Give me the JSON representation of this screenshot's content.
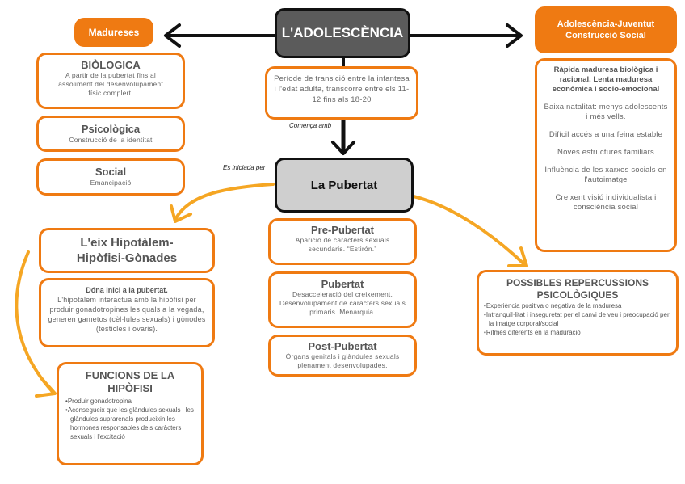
{
  "colors": {
    "accent": "#ef7a12",
    "connector": "#f5a623",
    "dark": "#5b5b5b",
    "light_grey": "#cfcfcf",
    "arrow": "#111111"
  },
  "center": {
    "title": "L'ADOLESCÈNCIA",
    "definition": "Període de transició entre la infantesa i l'edat adulta, transcorre entre els 11-12 fins als 18-20"
  },
  "links": {
    "starts_with": "Comença amb",
    "initiated_by": "Es iniciada per"
  },
  "left": {
    "header": "Madureses",
    "items": [
      {
        "title": "BIÒLOGICA",
        "desc": "A partir de la pubertat fins al assoliment del desenvolupament físic complert."
      },
      {
        "title": "Psicològica",
        "desc": "Construcció de la identitat"
      },
      {
        "title": "Social",
        "desc": "Emancipació"
      }
    ]
  },
  "right": {
    "header": "Adolescència-Juventut Construcció Social",
    "lead": "Ràpida maduresa biològica i racional. Lenta maduresa econòmica i socio-emocional",
    "points": [
      "Baixa natalitat: menys adolescents i més vells.",
      "Difícil accés a una feina estable",
      "Noves estructures familiars",
      "Influència de les xarxes socials en l'autoimatge",
      "Creixent visió individualista i consciència social"
    ]
  },
  "puberty": {
    "title": "La Pubertat",
    "stages": [
      {
        "title": "Pre-Pubertat",
        "desc": "Aparició de caràcters sexuals secundaris. “Estirón.”"
      },
      {
        "title": "Pubertat",
        "desc": "Desacceleració del creixement. Desenvolupament de caràcters sexuals primaris. Menarquia."
      },
      {
        "title": "Post-Pubertat",
        "desc": "Òrgans genitals i glàndules sexuals plenament desenvolupades."
      }
    ]
  },
  "axis": {
    "title": "L'eix Hipotàlem-Hipòfisi-Gònades",
    "lead": "Dóna inici a la pubertat.",
    "desc": "L'hipotàlem interactua amb la hipòfisi per produir gonadotropines les quals a la vegada, generen gametos (cèl·lules sexuals) i gònodes (testicles i ovaris)."
  },
  "pituitary": {
    "title": "FUNCIONS DE LA HIPÒFISI",
    "bullets": [
      "Produir gonadotropina",
      "Aconsegueix que les glàndules sexuals i les glàndules suprarenals produeixin les hormones responsables dels caràcters sexuals i l'excitació"
    ]
  },
  "repercussions": {
    "title": "POSSIBLES REPERCUSSIONS PSICOLÒGIQUES",
    "bullets": [
      "Experiència positiva o negativa de la maduresa",
      "Intranquil·litat i inseguretat per el canvi de veu i preocupació per la imatge corporal/social",
      "Ritmes diferents en la maduració"
    ]
  }
}
